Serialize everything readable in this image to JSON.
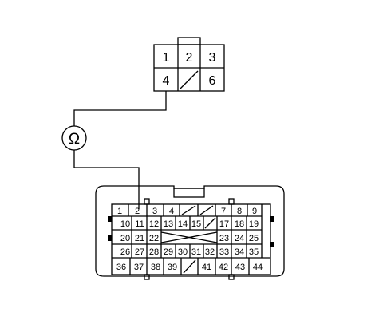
{
  "connector_6pin": {
    "pins": [
      {
        "id": "p1",
        "label": "1"
      },
      {
        "id": "p2",
        "label": "2"
      },
      {
        "id": "p3",
        "label": "3"
      },
      {
        "id": "p4",
        "label": "4"
      },
      {
        "id": "p6",
        "label": "6"
      }
    ],
    "blank_cavities": [
      "p5"
    ]
  },
  "meter": {
    "symbol": "Ω",
    "icon": "ohmmeter-icon"
  },
  "probe_connection": {
    "from_pin": "4",
    "to_pin": "2"
  },
  "connector_44pin": {
    "labels": [
      "1",
      "2",
      "3",
      "4",
      "7",
      "8",
      "9",
      "10",
      "11",
      "12",
      "13",
      "14",
      "15",
      "17",
      "18",
      "19",
      "20",
      "21",
      "22",
      "23",
      "24",
      "25",
      "26",
      "27",
      "28",
      "29",
      "30",
      "31",
      "32",
      "33",
      "34",
      "35",
      "36",
      "37",
      "38",
      "39",
      "41",
      "42",
      "43",
      "44"
    ],
    "blank_cavities": [
      "5",
      "6",
      "16",
      "40"
    ],
    "crossed_region": "pins 20-22 to 23-25"
  }
}
